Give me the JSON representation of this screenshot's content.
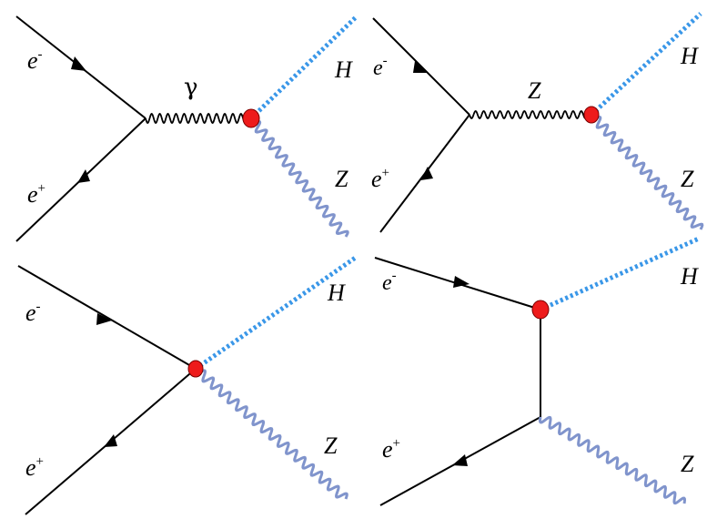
{
  "diagrams": [
    {
      "labels": {
        "electron": "e",
        "electron_sup": "-",
        "positron": "e",
        "positron_sup": "+",
        "propagator": "γ",
        "higgs": "H",
        "zboson": "Z"
      }
    },
    {
      "labels": {
        "electron": "e",
        "electron_sup": "-",
        "positron": "e",
        "positron_sup": "+",
        "propagator": "Z",
        "higgs": "H",
        "zboson": "Z"
      }
    },
    {
      "labels": {
        "electron": "e",
        "electron_sup": "-",
        "positron": "e",
        "positron_sup": "+",
        "higgs": "H",
        "zboson": "Z"
      }
    },
    {
      "labels": {
        "electron": "e",
        "electron_sup": "-",
        "positron": "e",
        "positron_sup": "+",
        "higgs": "H",
        "zboson": "Z"
      }
    }
  ],
  "colors": {
    "fermion_line": "#000000",
    "higgs_line": "#3a97e8",
    "z_boson_line": "#8094cc",
    "vertex_fill": "#ee1b1b"
  }
}
